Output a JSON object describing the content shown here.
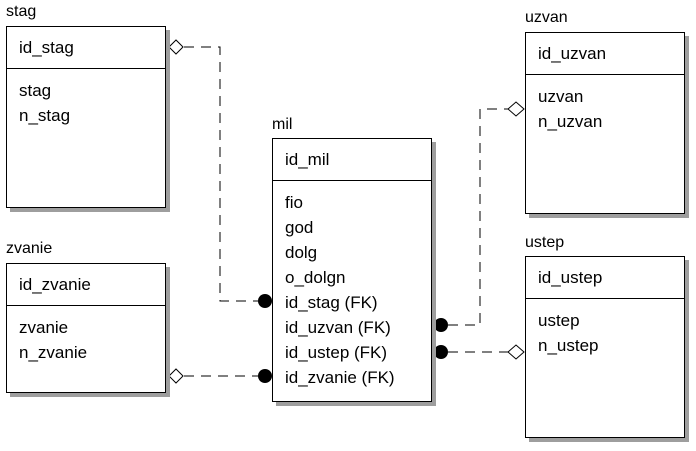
{
  "entities": {
    "stag": {
      "name": "stag",
      "pk": "id_stag",
      "attrs": [
        "stag",
        "n_stag"
      ]
    },
    "zvanie": {
      "name": "zvanie",
      "pk": "id_zvanie",
      "attrs": [
        "zvanie",
        "n_zvanie"
      ]
    },
    "mil": {
      "name": "mil",
      "pk": "id_mil",
      "attrs": [
        "fio",
        "god",
        "dolg",
        "o_dolgn",
        "id_stag (FK)",
        "id_uzvan (FK)",
        "id_ustep (FK)",
        "id_zvanie (FK)"
      ]
    },
    "uzvan": {
      "name": "uzvan",
      "pk": "id_uzvan",
      "attrs": [
        "uzvan",
        "n_uzvan"
      ]
    },
    "ustep": {
      "name": "ustep",
      "pk": "id_ustep",
      "attrs": [
        "ustep",
        "n_ustep"
      ]
    }
  },
  "colors": {
    "line": "#000000",
    "shadow": "#9e9e9e",
    "background": "#ffffff"
  }
}
